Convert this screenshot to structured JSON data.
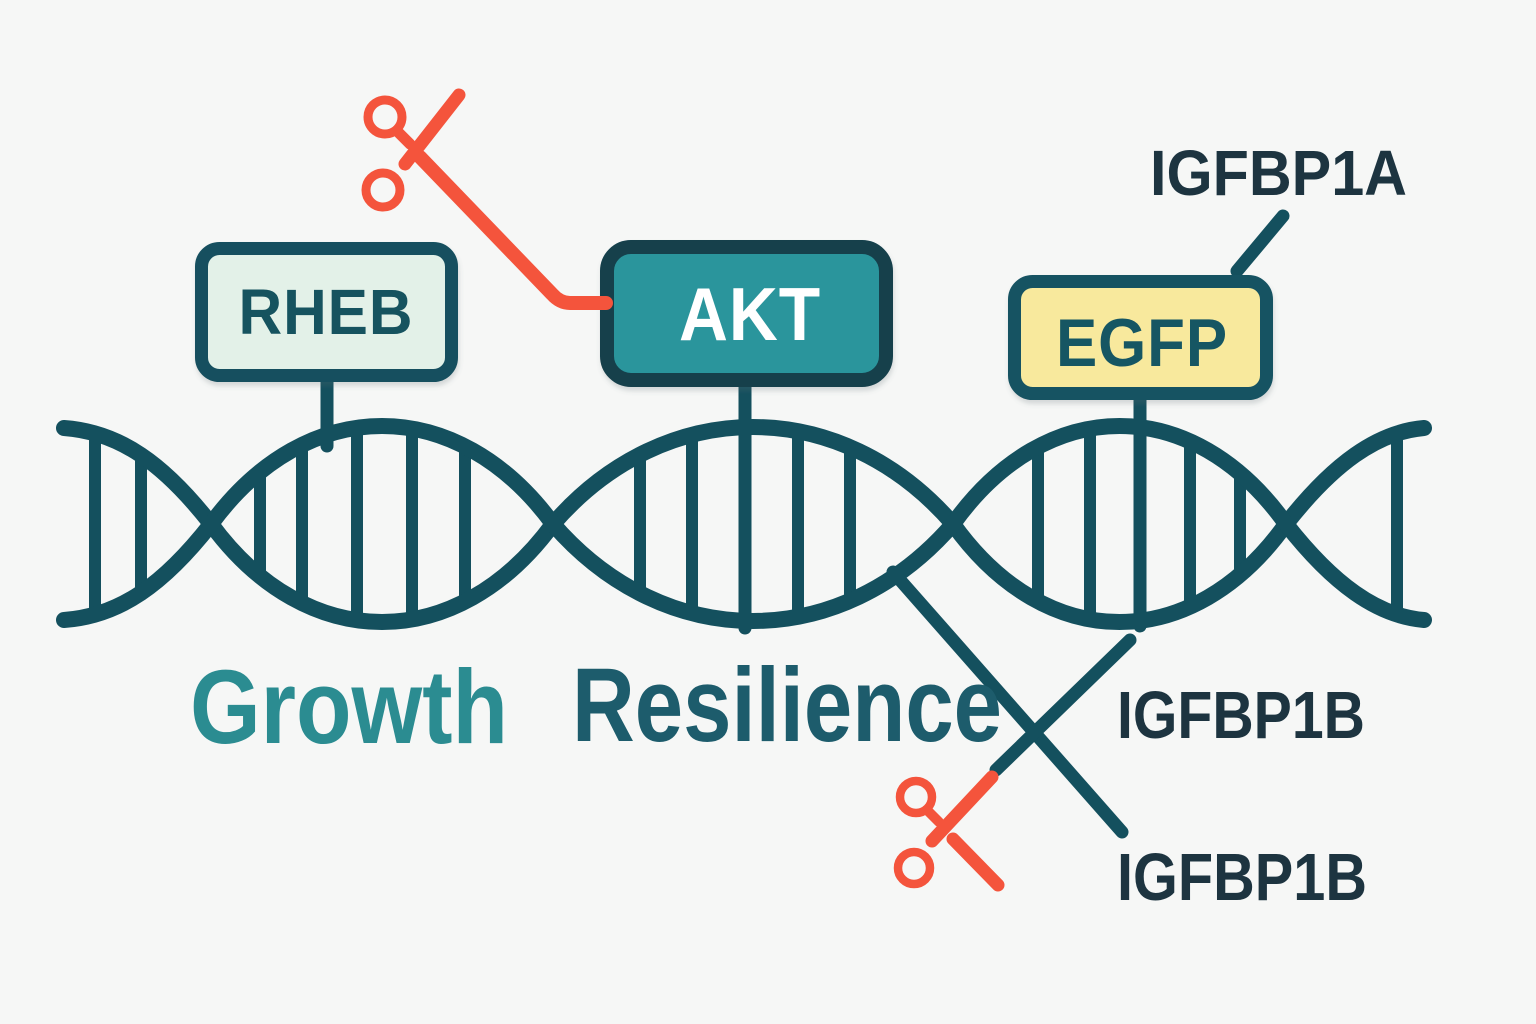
{
  "diagram": {
    "title_present": false,
    "colors": {
      "background": "#f6f7f6",
      "ink": "#14505e",
      "accent_red": "#f4543c",
      "growth_teal": "#2b8c91",
      "resilience_teal": "#1d5c6c",
      "annotation_dark": "#1d3440",
      "akt_border": "#123f4c",
      "white": "#ffffff"
    },
    "genes": [
      {
        "id": "rheb",
        "label": "RHEB",
        "fill": "#e3f1e8",
        "border": "#14505e",
        "text_color": "#17525f"
      },
      {
        "id": "akt",
        "label": "AKT",
        "fill": "#2b959c",
        "border": "#123f4c",
        "text_color": "#ffffff"
      },
      {
        "id": "egfp",
        "label": "EGFP",
        "fill": "#f8e99d",
        "border": "#165362",
        "text_color": "#175763"
      }
    ],
    "captions": [
      {
        "id": "growth",
        "text": "Growth",
        "color": "#2b8c91"
      },
      {
        "id": "resilience",
        "text": "Resilience",
        "color": "#1d5c6c"
      }
    ],
    "annotations": [
      {
        "id": "igfbp1a",
        "text": "IGFBP1A",
        "color": "#1d3440"
      },
      {
        "id": "igfbp1b-upper",
        "text": "IGFBP1B",
        "color": "#1d3440"
      },
      {
        "id": "igfbp1b-lower",
        "text": "IGFBP1B",
        "color": "#1d3440"
      }
    ],
    "icons": [
      {
        "id": "scissors-top-icon",
        "meaning": "cut site"
      },
      {
        "id": "scissors-bottom-icon",
        "meaning": "cut site"
      }
    ]
  }
}
